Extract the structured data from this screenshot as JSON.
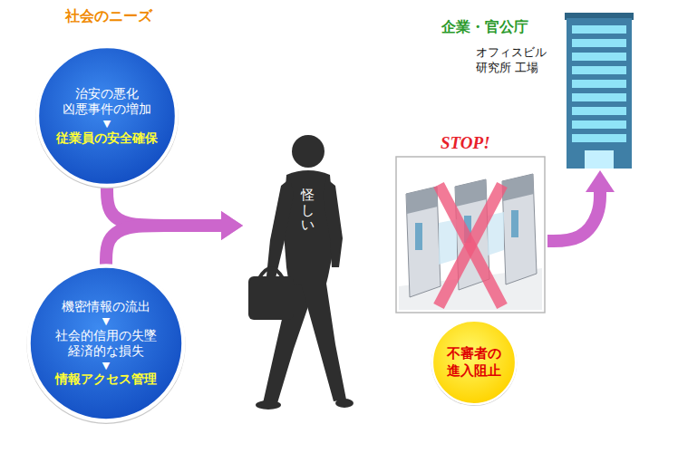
{
  "diagram": {
    "nodes": [
      {
        "text": [
          "治安の悪化 凶悪事件の増加",
          "▼",
          "従業員の安全確保"
        ]
      },
      {
        "text": [
          "機密情報の流出",
          "▼",
          "社会的信用の失墜 経済的な損失",
          "▼",
          "情報アクセス管理"
        ]
      },
      {
        "text": [
          "怪しい"
        ]
      },
      {
        "text": [
          "STOP!"
        ]
      },
      {
        "text": [
          "企業・官公庁",
          "オフィスビル 研究所 工場"
        ]
      },
      {
        "text": [
          "不審者の 進入阻止"
        ]
      }
    ],
    "edges": [
      {
        "from": 0,
        "to": 2,
        "arrow": "to"
      },
      {
        "from": 1,
        "to": 2,
        "arrow": "to"
      },
      {
        "from": 3,
        "to": 4,
        "arrow": "to"
      }
    ],
    "labels": [
      "社会のニーズ"
    ]
  }
}
